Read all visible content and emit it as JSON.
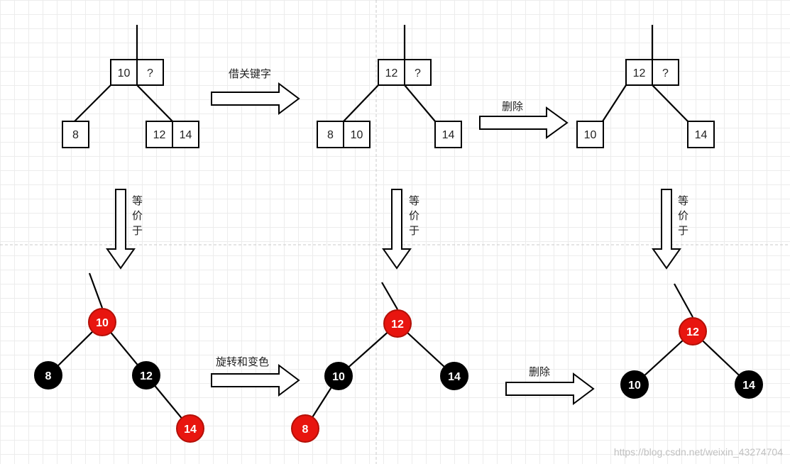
{
  "top_row": {
    "tree1": {
      "parent_keys": [
        "10",
        "?"
      ],
      "left_keys": [
        "8"
      ],
      "right_keys": [
        "12",
        "14"
      ]
    },
    "tree2": {
      "parent_keys": [
        "12",
        "?"
      ],
      "left_keys": [
        "8",
        "10"
      ],
      "right_keys": [
        "14"
      ]
    },
    "tree3": {
      "parent_keys": [
        "12",
        "?"
      ],
      "left_keys": [
        "10"
      ],
      "right_keys": [
        "14"
      ]
    }
  },
  "arrows": {
    "borrow": "借关键字",
    "delete_top": "删除",
    "rotate_recolor": "旋转和变色",
    "delete_bottom": "删除",
    "equivalent_chars": [
      "等",
      "价",
      "于"
    ]
  },
  "bottom_row": {
    "rb1": {
      "root": "10",
      "left": "8",
      "right": "12",
      "right_right": "14"
    },
    "rb2": {
      "root": "12",
      "left": "10",
      "left_left": "8",
      "right": "14"
    },
    "rb3": {
      "root": "12",
      "left": "10",
      "right": "14"
    }
  },
  "colors": {
    "red_node": "#e8150f",
    "red_stroke": "#b31007",
    "black_node": "#000000"
  },
  "watermark": "https://blog.csdn.net/weixin_43274704"
}
